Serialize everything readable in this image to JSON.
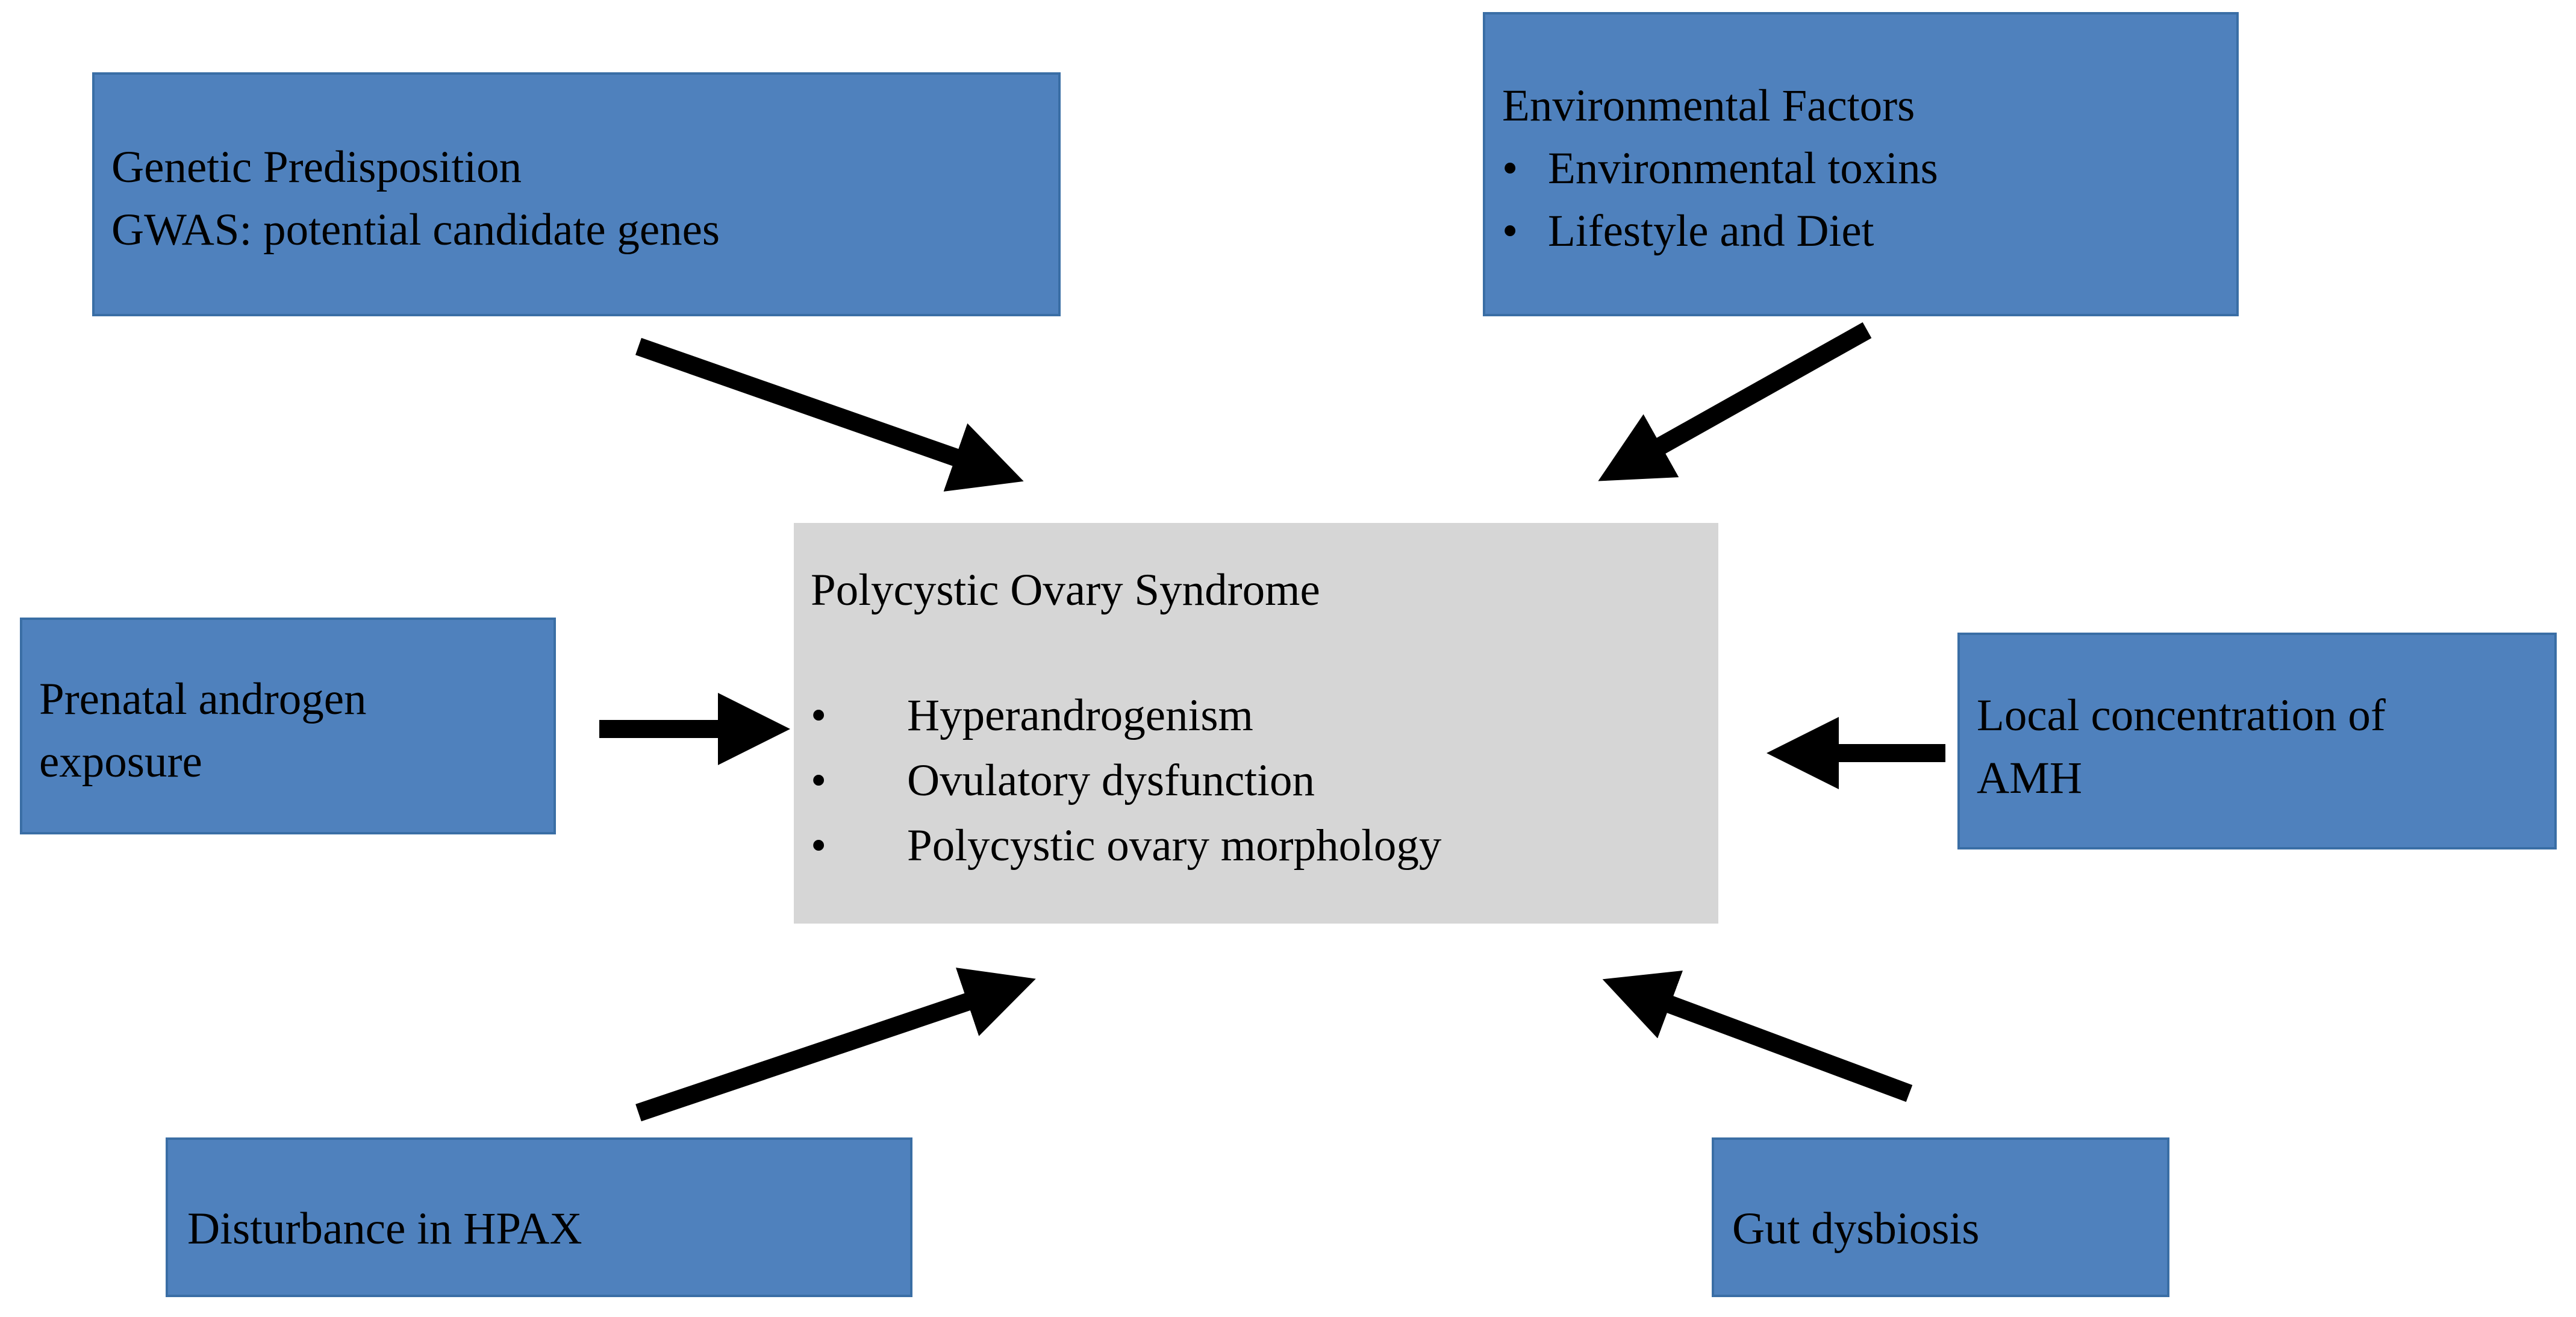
{
  "diagram": {
    "center": {
      "title": "Polycystic Ovary Syndrome",
      "features": [
        "Hyperandrogenism",
        "Ovulatory dysfunction",
        "Polycystic ovary morphology"
      ]
    },
    "genetic": {
      "line1": "Genetic Predisposition",
      "line2": "GWAS: potential candidate genes"
    },
    "environmental": {
      "title": "Environmental Factors",
      "items": [
        "Environmental toxins",
        "Lifestyle and Diet"
      ]
    },
    "prenatal": {
      "line1": "Prenatal androgen",
      "line2": "exposure"
    },
    "amh": {
      "line1": "Local concentration of",
      "line2": "AMH"
    },
    "hpax": {
      "label": "Disturbance in HPAX"
    },
    "gut": {
      "label": "Gut dysbiosis"
    },
    "bullet_glyph": "•",
    "colors": {
      "factor_box": "#4f81bd",
      "center_box": "#d6d6d6",
      "arrow": "#000000"
    }
  }
}
